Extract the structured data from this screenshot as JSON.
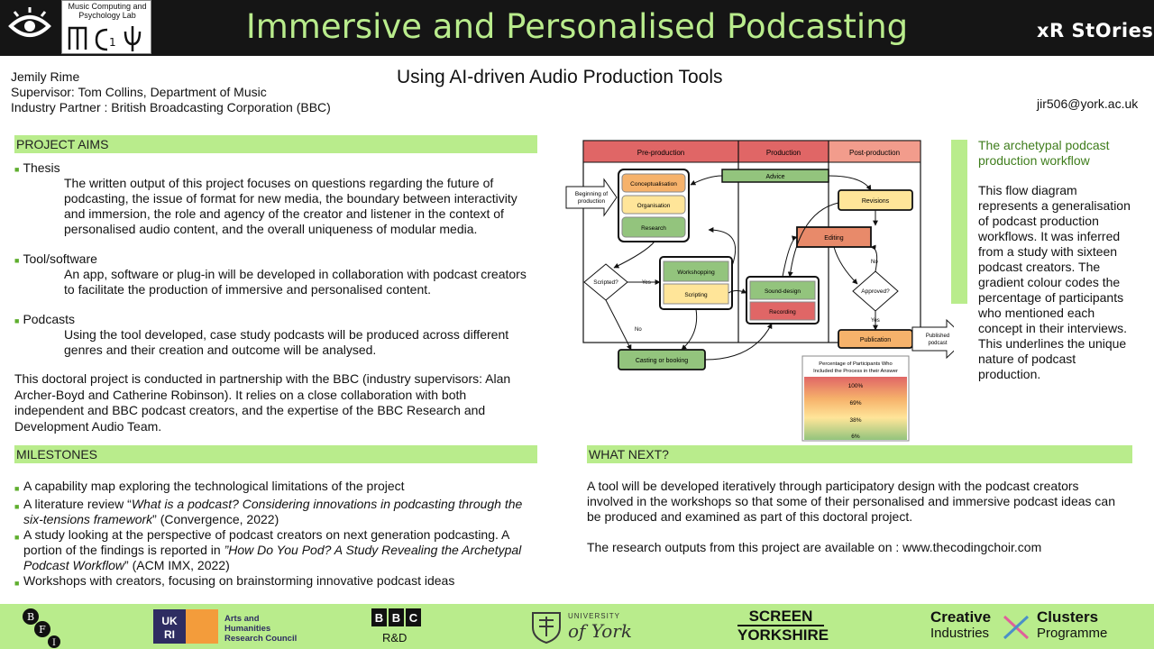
{
  "header": {
    "title": "Immersive and Personalised Podcasting",
    "lab_name": "Music Computing and Psychology Lab",
    "xr_logo": "xR StOries"
  },
  "subtitle": "Using AI-driven Audio Production Tools",
  "author": {
    "name": "Jemily Rime",
    "supervisor": "Supervisor: Tom Collins, Department of Music",
    "partner": "Industry Partner : British Broadcasting Corporation (BBC)"
  },
  "email": "jir506@york.ac.uk",
  "aims": {
    "header": "PROJECT AIMS",
    "thesis_title": "Thesis",
    "thesis_body": "The written output of this project focuses on questions regarding the future of podcasting, the issue of format for new media, the boundary between interactivity and immersion, the role and agency of the creator and listener in the context of personalised audio content, and the overall uniqueness of modular media.",
    "tool_title": "Tool/software",
    "tool_body": "An app, software or plug-in will be developed in collaboration with podcast creators to facilitate the production of immersive and personalised content.",
    "podcasts_title": "Podcasts",
    "podcasts_body": "Using the tool developed, case study podcasts will be produced across different genres and their creation and outcome will be analysed.",
    "partnership": "This doctoral project is conducted in partnership with the BBC (industry supervisors: Alan Archer-Boyd and Catherine Robinson). It relies on a close collaboration with both independent and BBC podcast creators, and the expertise of the BBC Research and Development Audio Team."
  },
  "milestones": {
    "header": "MILESTONES",
    "item1": "A capability map exploring the technological limitations of the project",
    "item2_pre": "A literature review “",
    "item2_italic": "What is a podcast? Considering innovations in podcasting through the six-tensions framework",
    "item2_post": "”  (Convergence, 2022)",
    "item3_pre": "A study looking at the perspective of podcast creators on next generation podcasting. A portion of the findings is reported in ",
    "item3_italic": "”How Do You Pod? A Study Revealing the Archetypal Podcast Workflow",
    "item3_post": "” (ACM IMX, 2022)",
    "item4": "Workshops with creators, focusing on brainstorming innovative podcast ideas"
  },
  "diagram": {
    "col_pre": "Pre-production",
    "col_prod": "Production",
    "col_post": "Post-production",
    "advice": "Advice",
    "beginning_1": "Beginning of",
    "beginning_2": "production",
    "conceptualisation": "Conceptualisation",
    "organisation": "Organisation",
    "research": "Research",
    "revisions": "Revisions",
    "editing": "Editing",
    "scripted": "Scripted?",
    "yes": "Yes",
    "no": "No",
    "workshopping": "Workshopping",
    "scripting": "Scripting",
    "sound_design": "Sound-design",
    "recording": "Recording",
    "approved": "Approved?",
    "publication": "Publication",
    "published_1": "Published",
    "published_2": "podcast",
    "casting": "Casting or booking",
    "legend_title_1": "Percentage of Participants Who",
    "legend_title_2": "Included the Process in their Answer",
    "legend_100": "100%",
    "legend_69": "69%",
    "legend_38": "38%",
    "legend_6": "6%",
    "colors": {
      "red": "#e06666",
      "orange": "#f6b26b",
      "yellow": "#ffe599",
      "green": "#93c47d",
      "accent": "#b9ec8c"
    }
  },
  "caption": {
    "heading": "The archetypal podcast production workflow",
    "body": "This flow diagram represents a generalisation of podcast production workflows. It was inferred from a study with sixteen podcast creators. The gradient colour codes the percentage of participants who mentioned each concept in their interviews. This underlines the unique nature of podcast production."
  },
  "whatnext": {
    "header": "WHAT NEXT?",
    "body": "A tool will be developed iteratively through participatory design with the podcast creators involved in the workshops so that some of their personalised and immersive podcast ideas can be produced and examined as part of this doctoral project.",
    "outputs": "The research outputs from this project are available on :  www.thecodingchoir.com"
  },
  "footer": {
    "ukri_1": "Arts and",
    "ukri_2": "Humanities",
    "ukri_3": "Research Council",
    "bbc_rd": "R&D",
    "york_1": "UNIVERSITY",
    "york_2": "of York",
    "screen_1": "SCREEN",
    "screen_2": "YORKSHIRE",
    "creative_1": "Creative",
    "creative_2": "Industries",
    "clusters_1": "Clusters",
    "clusters_2": "Programme"
  }
}
